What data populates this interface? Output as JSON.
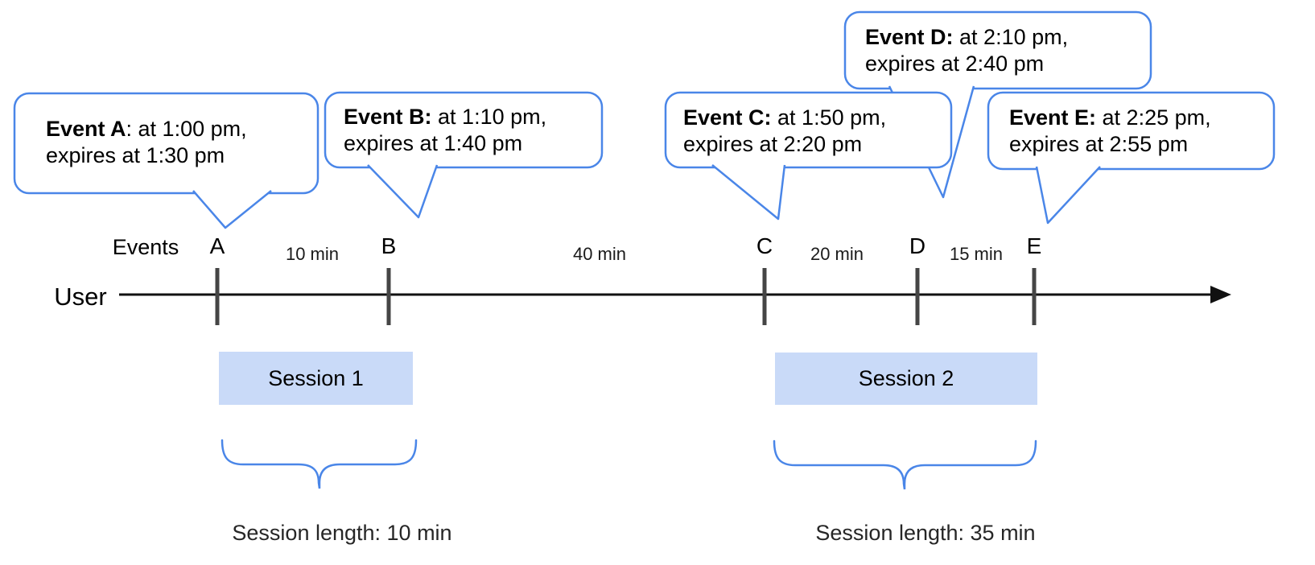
{
  "bubbles": [
    {
      "id": "A",
      "bold": "Event A",
      "rest": ": at 1:00 pm,",
      "line2": "expires at 1:30 pm"
    },
    {
      "id": "B",
      "bold": "Event B:",
      "rest": " at 1:10 pm,",
      "line2": "expires at 1:40 pm"
    },
    {
      "id": "C",
      "bold": "Event C:",
      "rest": " at 1:50 pm,",
      "line2": "expires at 2:20 pm"
    },
    {
      "id": "D",
      "bold": "Event D:",
      "rest": " at 2:10 pm,",
      "line2": "expires at 2:40 pm"
    },
    {
      "id": "E",
      "bold": "Event E:",
      "rest": " at 2:25 pm,",
      "line2": "expires at 2:55 pm"
    }
  ],
  "timeline": {
    "events_label": "Events",
    "user_label": "User",
    "ticks": [
      "A",
      "B",
      "C",
      "D",
      "E"
    ],
    "gaps": [
      "10 min",
      "40 min",
      "20 min",
      "15 min"
    ]
  },
  "sessions": [
    {
      "label": "Session 1",
      "length": "Session length: 10 min"
    },
    {
      "label": "Session 2",
      "length": "Session length: 35 min"
    }
  ],
  "colors": {
    "bubble_border": "#4a86e8",
    "brace": "#4a86e8",
    "session_fill": "#c9daf8",
    "tick": "#454545",
    "axis": "#111111",
    "text": "#000000",
    "secondary_text": "#262626"
  }
}
